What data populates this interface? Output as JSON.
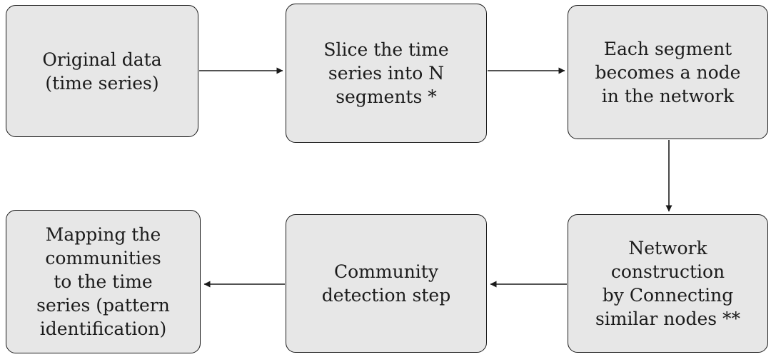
{
  "diagram": {
    "type": "flowchart",
    "nodes": [
      {
        "id": "original-data",
        "label": "Original data\n(time series)"
      },
      {
        "id": "slice-segments",
        "label": "Slice the time\nseries into N\nsegments *"
      },
      {
        "id": "segment-node",
        "label": "Each segment\nbecomes a node\nin the network"
      },
      {
        "id": "network-construction",
        "label": "Network\nconstruction\nby Connecting\nsimilar nodes **"
      },
      {
        "id": "community-detection",
        "label": "Community\ndetection step"
      },
      {
        "id": "mapping-communities",
        "label": "Mapping the\ncommunities\nto the time\nseries (pattern\nidentification)"
      }
    ],
    "edges": [
      {
        "from": "original-data",
        "to": "slice-segments",
        "direction": "right"
      },
      {
        "from": "slice-segments",
        "to": "segment-node",
        "direction": "right"
      },
      {
        "from": "segment-node",
        "to": "network-construction",
        "direction": "down"
      },
      {
        "from": "network-construction",
        "to": "community-detection",
        "direction": "left"
      },
      {
        "from": "community-detection",
        "to": "mapping-communities",
        "direction": "left"
      }
    ],
    "colors": {
      "box_fill": "#e7e7e7",
      "box_border": "#1a1a1a",
      "arrow": "#1a1a1a",
      "text": "#1b1b1b",
      "background": "#ffffff"
    }
  }
}
